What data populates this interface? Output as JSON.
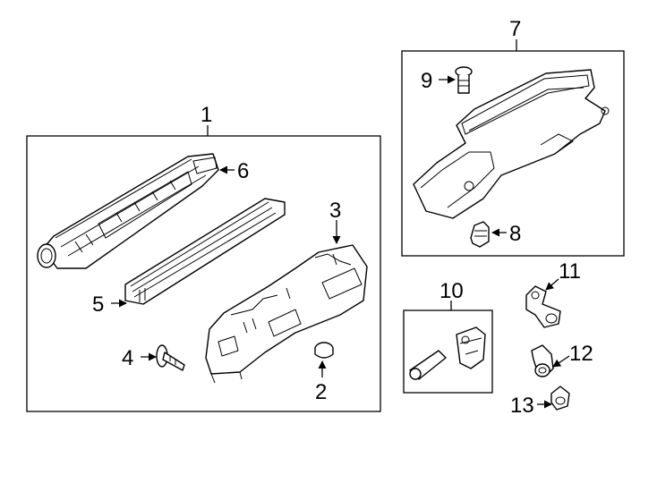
{
  "callouts": {
    "n1": "1",
    "n2": "2",
    "n3": "3",
    "n4": "4",
    "n5": "5",
    "n6": "6",
    "n7": "7",
    "n8": "8",
    "n9": "9",
    "n10": "10",
    "n11": "11",
    "n12": "12",
    "n13": "13"
  },
  "icons": {
    "arrow": "arrow-icon"
  }
}
